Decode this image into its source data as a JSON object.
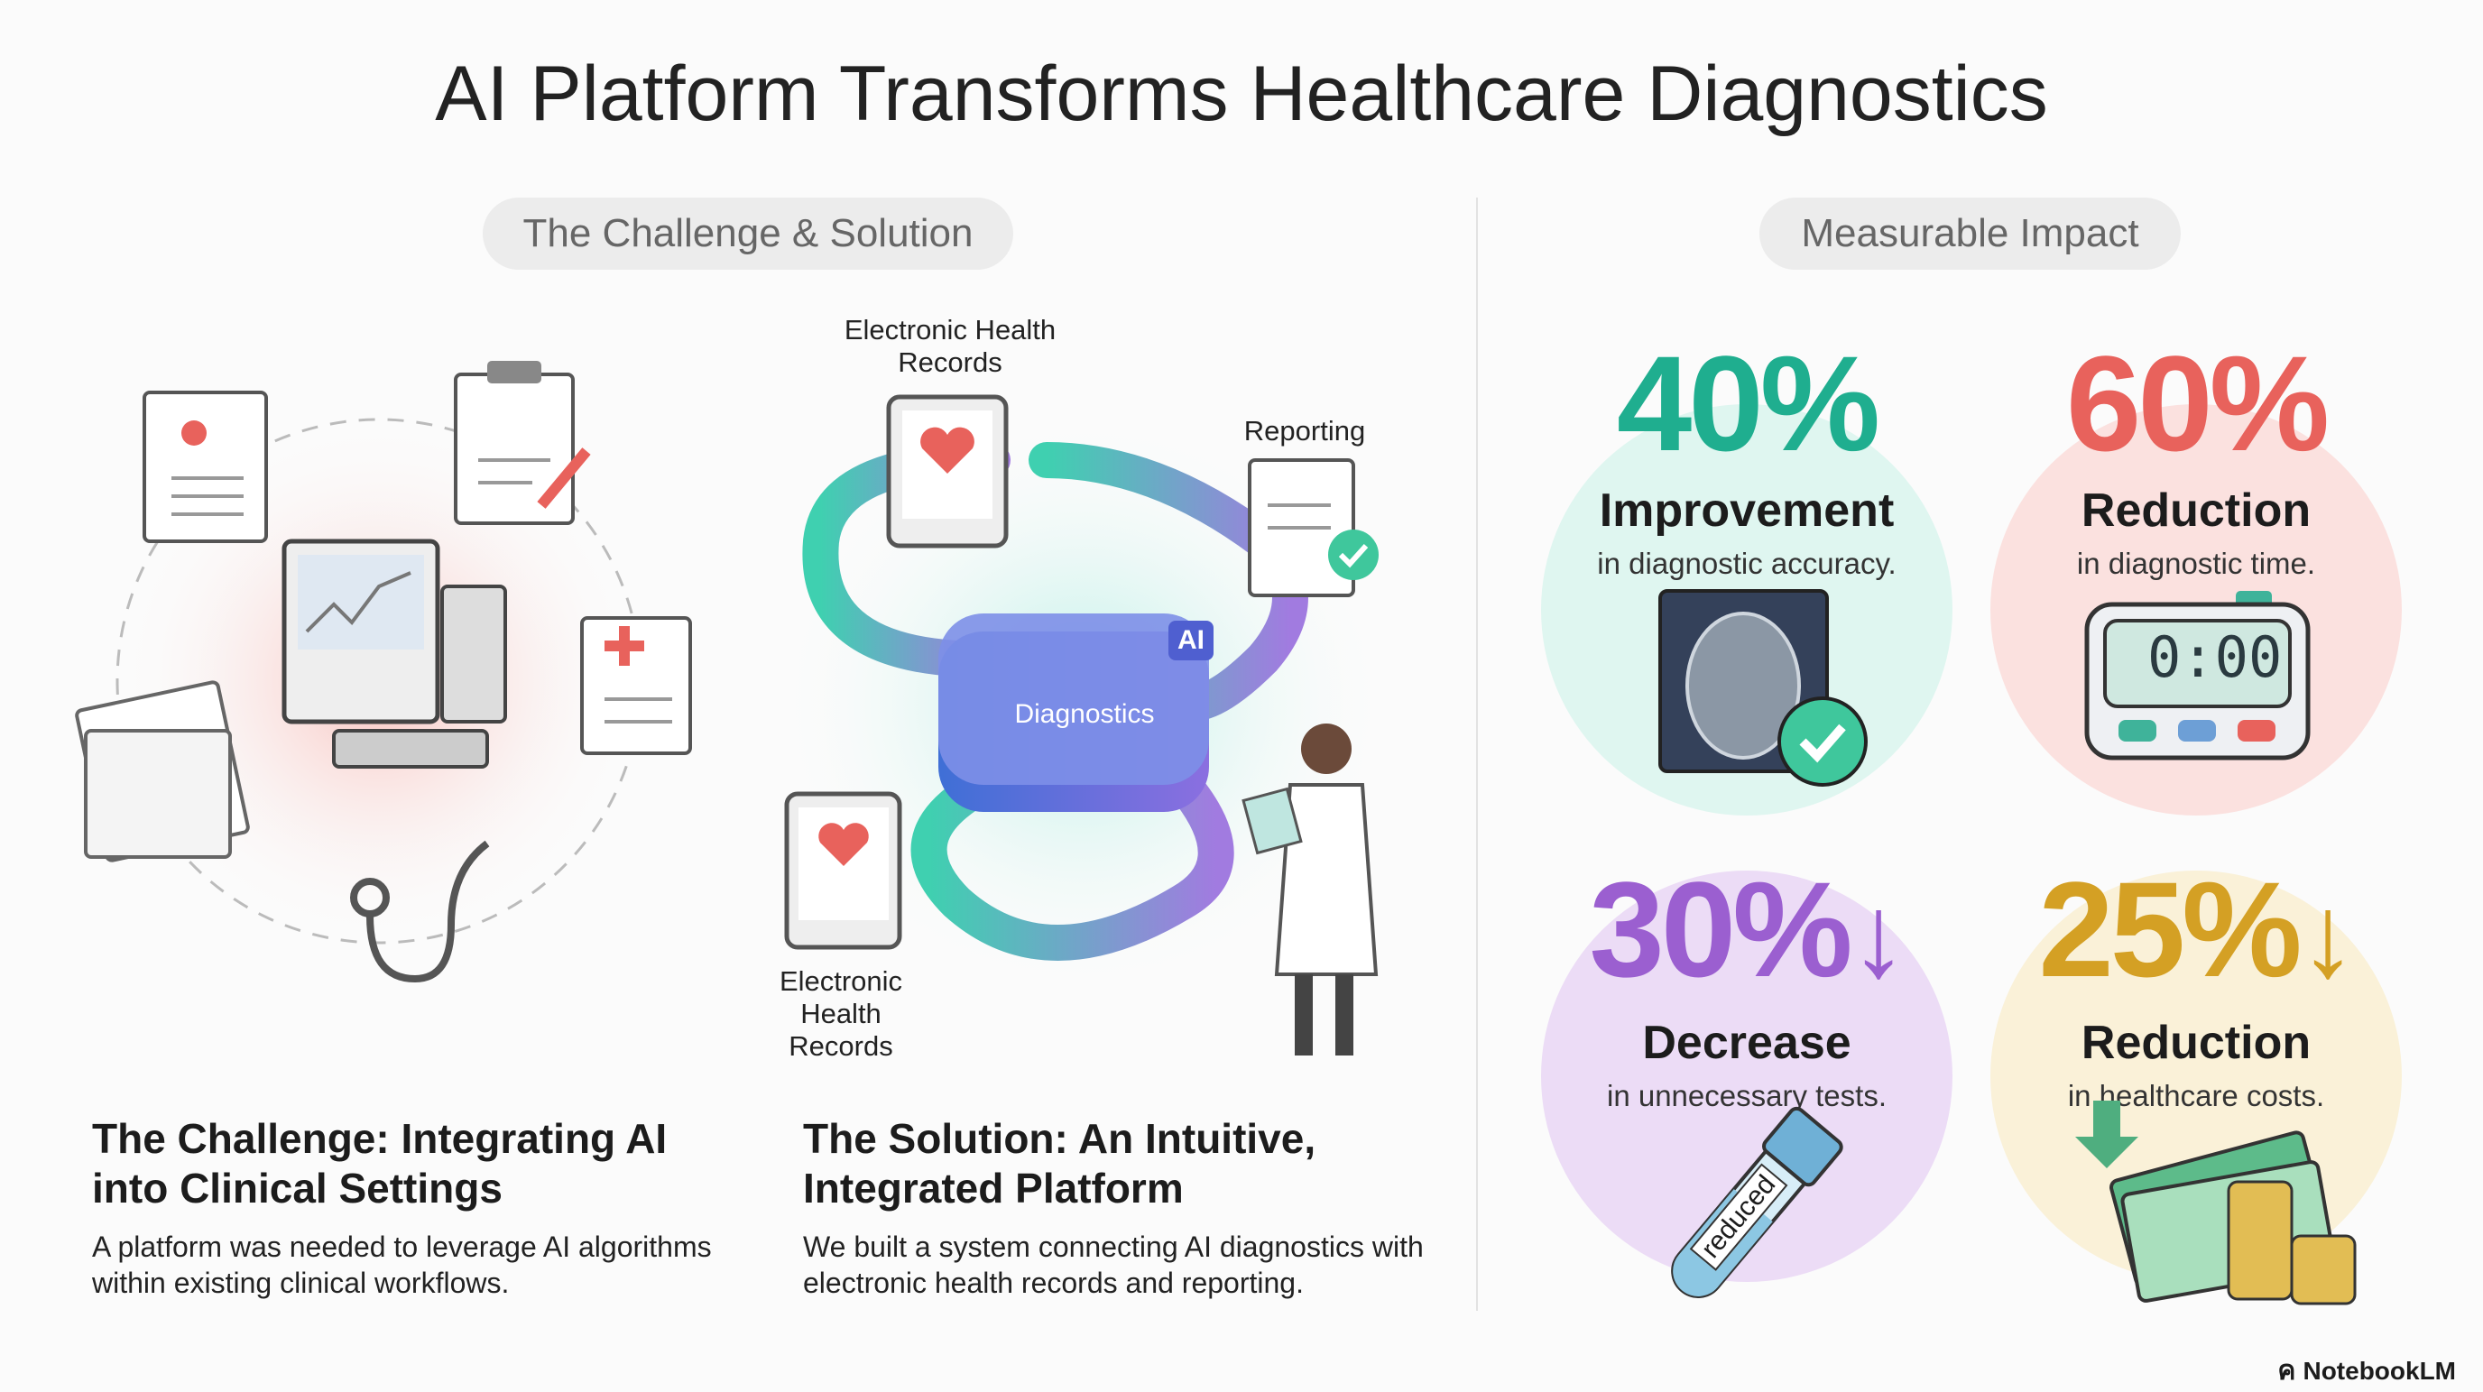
{
  "title": "AI Platform Transforms Healthcare Diagnostics",
  "sections": {
    "left_pill": "The Challenge & Solution",
    "right_pill": "Measurable Impact"
  },
  "challenge": {
    "heading": "The Challenge: Integrating AI into Clinical Settings",
    "body": "A platform was needed to leverage AI algorithms within existing clinical workflows."
  },
  "solution": {
    "heading": "The Solution: An Intuitive, Integrated Platform",
    "body": "We built a system connecting AI diagnostics with electronic health records and reporting.",
    "diagram": {
      "ehr_top": "Electronic Health Records",
      "reporting": "Reporting",
      "ehr_bottom": "Electronic Health Records",
      "hub_badge": "AI",
      "hub_label": "Diagnostics"
    }
  },
  "stats": [
    {
      "value": "40%",
      "label": "Improvement",
      "sub": "in diagnostic accuracy.",
      "color": "#1fae8f",
      "bg": "#dff6f0",
      "icon": "brain-scan-check-icon"
    },
    {
      "value": "60%",
      "label": "Reduction",
      "sub": "in diagnostic time.",
      "color": "#e8625c",
      "bg": "#fbe1df",
      "icon": "timer-icon",
      "timer_text": "0:00"
    },
    {
      "value": "30%",
      "label": "Decrease",
      "sub": "in unnecessary tests.",
      "color": "#9b5fd0",
      "bg": "#ecdcf6",
      "icon": "test-tube-icon",
      "tube_text": "reduced"
    },
    {
      "value": "25%",
      "label": "Reduction",
      "sub": "in healthcare costs.",
      "color": "#d4a024",
      "bg": "#faf1d8",
      "icon": "money-coins-icon"
    }
  ],
  "brand": "NotebookLM"
}
